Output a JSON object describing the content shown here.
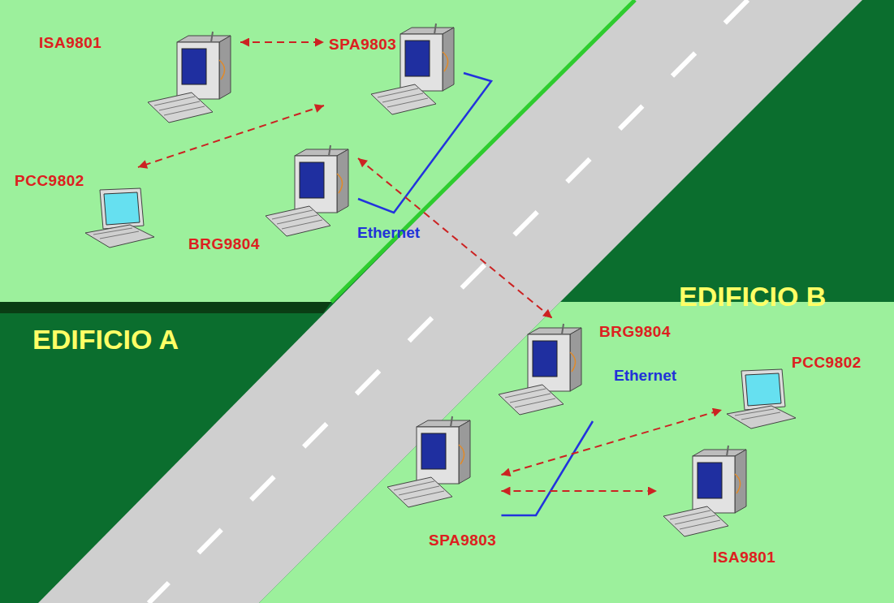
{
  "diagram": {
    "nodes": [
      {
        "text": [
          "ISA9801"
        ]
      },
      {
        "text": [
          "SPA9803"
        ]
      },
      {
        "text": [
          "PCC9802"
        ]
      },
      {
        "text": [
          "BRG9804"
        ]
      },
      {
        "text": [
          "BRG9804"
        ]
      },
      {
        "text": [
          "PCC9802"
        ]
      },
      {
        "text": [
          "SPA9803"
        ]
      },
      {
        "text": [
          "ISA9801"
        ]
      }
    ],
    "edges": [
      {
        "from": 0,
        "to": 1,
        "arrow": "both"
      },
      {
        "from": 1,
        "to": 2,
        "arrow": "both"
      },
      {
        "from": 1,
        "to": 3,
        "label": "Ethernet",
        "arrow": "none"
      },
      {
        "from": 3,
        "to": 4,
        "arrow": "both"
      },
      {
        "from": 4,
        "to": 6,
        "label": "Ethernet",
        "arrow": "none"
      },
      {
        "from": 6,
        "to": 5,
        "arrow": "both"
      },
      {
        "from": 6,
        "to": 7,
        "arrow": "both"
      }
    ],
    "labels": [
      "EDIFICIO A",
      "EDIFICIO B"
    ]
  }
}
